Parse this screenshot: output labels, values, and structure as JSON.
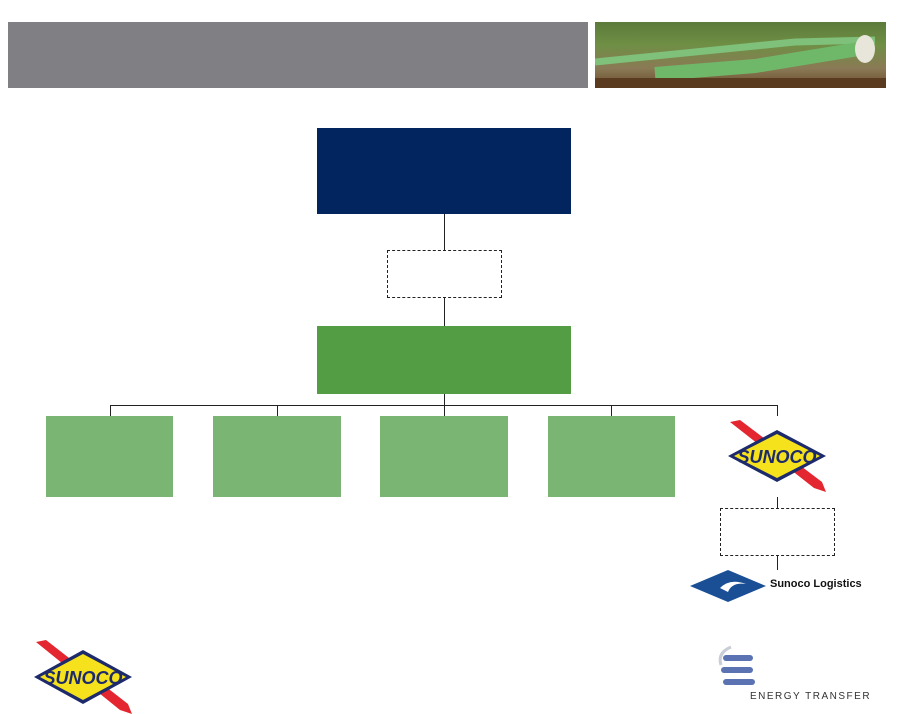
{
  "header": {
    "bar_color": "#7f7f84",
    "photo": "pipeline-photo"
  },
  "colors": {
    "navy": "#03255f",
    "green": "#539e45",
    "light_green": "#7bb574"
  },
  "logos": {
    "sunoco": "SUNOCO",
    "sunoco_logistics": "Sunoco Logistics",
    "energy_transfer": "ENERGY TRANSFER"
  }
}
